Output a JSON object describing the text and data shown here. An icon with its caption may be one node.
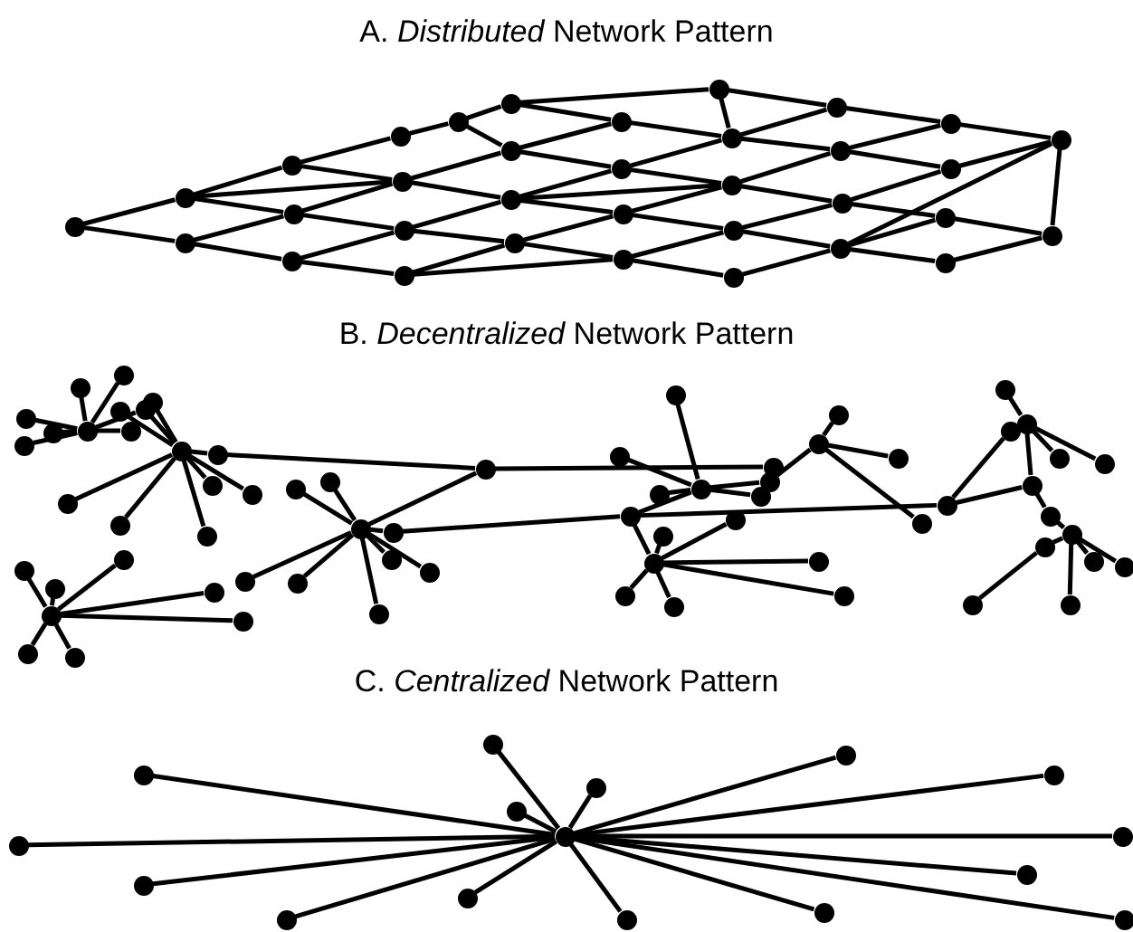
{
  "diagram": {
    "labels": [
      "A. *Distributed* Network Pattern",
      "B.  *Decentralized* Network Pattern",
      "C.  *Centralized* Network Pattern"
    ],
    "nodes": [
      {
        "text": [],
        "shape": "circle"
      },
      {
        "text": [],
        "shape": "circle"
      },
      {
        "text": [],
        "shape": "circle"
      },
      {
        "text": [],
        "shape": "circle"
      },
      {
        "text": [],
        "shape": "circle"
      },
      {
        "text": [],
        "shape": "circle"
      },
      {
        "text": [],
        "shape": "circle"
      },
      {
        "text": [],
        "shape": "circle"
      },
      {
        "text": [],
        "shape": "circle"
      },
      {
        "text": [],
        "shape": "circle"
      },
      {
        "text": [],
        "shape": "circle"
      },
      {
        "text": [],
        "shape": "circle"
      },
      {
        "text": [],
        "shape": "circle"
      },
      {
        "text": [],
        "shape": "circle"
      },
      {
        "text": [],
        "shape": "circle"
      },
      {
        "text": [],
        "shape": "circle"
      },
      {
        "text": [],
        "shape": "circle"
      },
      {
        "text": [],
        "shape": "circle"
      },
      {
        "text": [],
        "shape": "circle"
      },
      {
        "text": [],
        "shape": "circle"
      },
      {
        "text": [],
        "shape": "circle"
      },
      {
        "text": [],
        "shape": "circle"
      },
      {
        "text": [],
        "shape": "circle"
      },
      {
        "text": [],
        "shape": "circle"
      },
      {
        "text": [],
        "shape": "circle"
      },
      {
        "text": [],
        "shape": "circle"
      },
      {
        "text": [],
        "shape": "circle"
      },
      {
        "text": [],
        "shape": "circle"
      },
      {
        "text": [],
        "shape": "circle"
      },
      {
        "text": [],
        "shape": "circle"
      },
      {
        "text": [],
        "shape": "circle"
      },
      {
        "text": [],
        "shape": "circle"
      },
      {
        "text": [],
        "shape": "circle"
      },
      {
        "text": [],
        "shape": "circle"
      },
      {
        "text": [],
        "shape": "circle"
      },
      {
        "text": [],
        "shape": "circle"
      },
      {
        "text": [],
        "shape": "circle"
      },
      {
        "text": [],
        "shape": "circle"
      },
      {
        "text": [],
        "shape": "circle"
      },
      {
        "text": [],
        "shape": "circle"
      },
      {
        "text": [],
        "shape": "circle"
      },
      {
        "text": [],
        "shape": "circle"
      },
      {
        "text": [],
        "shape": "circle"
      },
      {
        "text": [],
        "shape": "circle"
      },
      {
        "text": [],
        "shape": "circle"
      },
      {
        "text": [],
        "shape": "circle"
      },
      {
        "text": [],
        "shape": "circle"
      },
      {
        "text": [],
        "shape": "circle"
      },
      {
        "text": [],
        "shape": "circle"
      },
      {
        "text": [],
        "shape": "circle"
      },
      {
        "text": [],
        "shape": "circle"
      },
      {
        "text": [],
        "shape": "circle"
      },
      {
        "text": [],
        "shape": "circle"
      },
      {
        "text": [],
        "shape": "circle"
      },
      {
        "text": [],
        "shape": "circle"
      },
      {
        "text": [],
        "shape": "circle"
      },
      {
        "text": [],
        "shape": "circle"
      },
      {
        "text": [],
        "shape": "circle"
      },
      {
        "text": [],
        "shape": "circle"
      },
      {
        "text": [],
        "shape": "circle"
      },
      {
        "text": [],
        "shape": "circle"
      },
      {
        "text": [],
        "shape": "circle"
      },
      {
        "text": [],
        "shape": "circle"
      },
      {
        "text": [],
        "shape": "circle"
      },
      {
        "text": [],
        "shape": "circle"
      },
      {
        "text": [],
        "shape": "circle"
      },
      {
        "text": [],
        "shape": "circle"
      },
      {
        "text": [],
        "shape": "circle"
      },
      {
        "text": [],
        "shape": "circle"
      },
      {
        "text": [],
        "shape": "circle"
      },
      {
        "text": [],
        "shape": "circle"
      },
      {
        "text": [],
        "shape": "circle"
      },
      {
        "text": [],
        "shape": "circle"
      },
      {
        "text": [],
        "shape": "circle"
      },
      {
        "text": [],
        "shape": "circle"
      },
      {
        "text": [],
        "shape": "circle"
      },
      {
        "text": [],
        "shape": "circle"
      },
      {
        "text": [],
        "shape": "circle"
      },
      {
        "text": [],
        "shape": "circle"
      },
      {
        "text": [],
        "shape": "circle"
      },
      {
        "text": [],
        "shape": "circle"
      },
      {
        "text": [],
        "shape": "circle"
      },
      {
        "text": [],
        "shape": "circle"
      },
      {
        "text": [],
        "shape": "circle"
      },
      {
        "text": [],
        "shape": "circle"
      },
      {
        "text": [],
        "shape": "circle"
      },
      {
        "text": [],
        "shape": "circle"
      },
      {
        "text": [],
        "shape": "circle"
      },
      {
        "text": [],
        "shape": "circle"
      },
      {
        "text": [],
        "shape": "circle"
      },
      {
        "text": [],
        "shape": "circle"
      },
      {
        "text": [],
        "shape": "circle"
      },
      {
        "text": [],
        "shape": "circle"
      },
      {
        "text": [],
        "shape": "circle"
      },
      {
        "text": [],
        "shape": "circle"
      },
      {
        "text": [],
        "shape": "circle"
      },
      {
        "text": [],
        "shape": "circle"
      },
      {
        "text": [],
        "shape": "circle"
      },
      {
        "text": [],
        "shape": "circle"
      },
      {
        "text": [],
        "shape": "circle"
      },
      {
        "text": [],
        "shape": "circle"
      },
      {
        "text": [],
        "shape": "circle"
      },
      {
        "text": [],
        "shape": "circle"
      },
      {
        "text": [],
        "shape": "circle"
      },
      {
        "text": [],
        "shape": "circle"
      },
      {
        "text": [],
        "shape": "circle"
      },
      {
        "text": [],
        "shape": "circle"
      },
      {
        "text": [],
        "shape": "circle"
      },
      {
        "text": [],
        "shape": "circle"
      },
      {
        "text": [],
        "shape": "circle"
      },
      {
        "text": [],
        "shape": "circle"
      },
      {
        "text": [],
        "shape": "circle"
      },
      {
        "text": [],
        "shape": "circle"
      },
      {
        "text": [],
        "shape": "circle"
      },
      {
        "text": [],
        "shape": "circle"
      },
      {
        "text": [],
        "shape": "circle"
      },
      {
        "text": [],
        "shape": "circle"
      },
      {
        "text": [],
        "shape": "circle"
      }
    ],
    "edges": [
      {
        "from": 0,
        "to": 1,
        "arrow": "none"
      },
      {
        "from": 1,
        "to": 3,
        "arrow": "none"
      },
      {
        "from": 3,
        "to": 6,
        "arrow": "none"
      },
      {
        "from": 6,
        "to": 10,
        "arrow": "none"
      },
      {
        "from": 10,
        "to": 11,
        "arrow": "none"
      },
      {
        "from": 2,
        "to": 4,
        "arrow": "none"
      },
      {
        "from": 4,
        "to": 7,
        "arrow": "none"
      },
      {
        "from": 7,
        "to": 12,
        "arrow": "none"
      },
      {
        "from": 12,
        "to": 15,
        "arrow": "none"
      },
      {
        "from": 5,
        "to": 8,
        "arrow": "none"
      },
      {
        "from": 8,
        "to": 13,
        "arrow": "none"
      },
      {
        "from": 13,
        "to": 16,
        "arrow": "none"
      },
      {
        "from": 16,
        "to": 20,
        "arrow": "none"
      },
      {
        "from": 20,
        "to": 24,
        "arrow": "none"
      },
      {
        "from": 9,
        "to": 14,
        "arrow": "none"
      },
      {
        "from": 14,
        "to": 17,
        "arrow": "none"
      },
      {
        "from": 17,
        "to": 21,
        "arrow": "none"
      },
      {
        "from": 21,
        "to": 25,
        "arrow": "none"
      },
      {
        "from": 25,
        "to": 28,
        "arrow": "none"
      },
      {
        "from": 18,
        "to": 22,
        "arrow": "none"
      },
      {
        "from": 22,
        "to": 26,
        "arrow": "none"
      },
      {
        "from": 26,
        "to": 29,
        "arrow": "none"
      },
      {
        "from": 29,
        "to": 32,
        "arrow": "none"
      },
      {
        "from": 23,
        "to": 27,
        "arrow": "none"
      },
      {
        "from": 27,
        "to": 30,
        "arrow": "none"
      },
      {
        "from": 31,
        "to": 33,
        "arrow": "none"
      },
      {
        "from": 27,
        "to": 32,
        "arrow": "none"
      },
      {
        "from": 0,
        "to": 2,
        "arrow": "none"
      },
      {
        "from": 2,
        "to": 5,
        "arrow": "none"
      },
      {
        "from": 5,
        "to": 9,
        "arrow": "none"
      },
      {
        "from": 1,
        "to": 4,
        "arrow": "none"
      },
      {
        "from": 4,
        "to": 8,
        "arrow": "none"
      },
      {
        "from": 8,
        "to": 14,
        "arrow": "none"
      },
      {
        "from": 14,
        "to": 18,
        "arrow": "none"
      },
      {
        "from": 18,
        "to": 23,
        "arrow": "none"
      },
      {
        "from": 3,
        "to": 7,
        "arrow": "none"
      },
      {
        "from": 7,
        "to": 13,
        "arrow": "none"
      },
      {
        "from": 13,
        "to": 17,
        "arrow": "none"
      },
      {
        "from": 17,
        "to": 22,
        "arrow": "none"
      },
      {
        "from": 22,
        "to": 27,
        "arrow": "none"
      },
      {
        "from": 27,
        "to": 31,
        "arrow": "none"
      },
      {
        "from": 10,
        "to": 12,
        "arrow": "none"
      },
      {
        "from": 12,
        "to": 16,
        "arrow": "none"
      },
      {
        "from": 16,
        "to": 21,
        "arrow": "none"
      },
      {
        "from": 21,
        "to": 26,
        "arrow": "none"
      },
      {
        "from": 26,
        "to": 30,
        "arrow": "none"
      },
      {
        "from": 30,
        "to": 33,
        "arrow": "none"
      },
      {
        "from": 11,
        "to": 15,
        "arrow": "none"
      },
      {
        "from": 15,
        "to": 20,
        "arrow": "none"
      },
      {
        "from": 20,
        "to": 25,
        "arrow": "none"
      },
      {
        "from": 25,
        "to": 29,
        "arrow": "none"
      },
      {
        "from": 11,
        "to": 19,
        "arrow": "none"
      },
      {
        "from": 19,
        "to": 24,
        "arrow": "none"
      },
      {
        "from": 24,
        "to": 28,
        "arrow": "none"
      },
      {
        "from": 28,
        "to": 32,
        "arrow": "none"
      },
      {
        "from": 19,
        "to": 20,
        "arrow": "none"
      },
      {
        "from": 32,
        "to": 33,
        "arrow": "none"
      },
      {
        "from": 1,
        "to": 7,
        "arrow": "none"
      },
      {
        "from": 13,
        "to": 21,
        "arrow": "none"
      },
      {
        "from": 9,
        "to": 18,
        "arrow": "none"
      },
      {
        "from": 34,
        "to": 35,
        "arrow": "none"
      },
      {
        "from": 34,
        "to": 36,
        "arrow": "none"
      },
      {
        "from": 34,
        "to": 37,
        "arrow": "none"
      },
      {
        "from": 34,
        "to": 38,
        "arrow": "none"
      },
      {
        "from": 34,
        "to": 39,
        "arrow": "none"
      },
      {
        "from": 34,
        "to": 41,
        "arrow": "none"
      },
      {
        "from": 34,
        "to": 42,
        "arrow": "none"
      },
      {
        "from": 40,
        "to": 44,
        "arrow": "none"
      },
      {
        "from": 43,
        "to": 44,
        "arrow": "none"
      },
      {
        "from": 42,
        "to": 44,
        "arrow": "none"
      },
      {
        "from": 44,
        "to": 45,
        "arrow": "none"
      },
      {
        "from": 44,
        "to": 46,
        "arrow": "none"
      },
      {
        "from": 44,
        "to": 47,
        "arrow": "none"
      },
      {
        "from": 44,
        "to": 48,
        "arrow": "none"
      },
      {
        "from": 44,
        "to": 49,
        "arrow": "none"
      },
      {
        "from": 44,
        "to": 50,
        "arrow": "none"
      },
      {
        "from": 45,
        "to": 51,
        "arrow": "none"
      },
      {
        "from": 51,
        "to": 52,
        "arrow": "none"
      },
      {
        "from": 51,
        "to": 75,
        "arrow": "none"
      },
      {
        "from": 52,
        "to": 54,
        "arrow": "none"
      },
      {
        "from": 52,
        "to": 55,
        "arrow": "none"
      },
      {
        "from": 52,
        "to": 56,
        "arrow": "none"
      },
      {
        "from": 52,
        "to": 57,
        "arrow": "none"
      },
      {
        "from": 52,
        "to": 58,
        "arrow": "none"
      },
      {
        "from": 52,
        "to": 59,
        "arrow": "none"
      },
      {
        "from": 52,
        "to": 60,
        "arrow": "none"
      },
      {
        "from": 52,
        "to": 53,
        "arrow": "none"
      },
      {
        "from": 53,
        "to": 81,
        "arrow": "none"
      },
      {
        "from": 61,
        "to": 62,
        "arrow": "none"
      },
      {
        "from": 61,
        "to": 63,
        "arrow": "none"
      },
      {
        "from": 61,
        "to": 64,
        "arrow": "none"
      },
      {
        "from": 61,
        "to": 65,
        "arrow": "none"
      },
      {
        "from": 61,
        "to": 66,
        "arrow": "none"
      },
      {
        "from": 61,
        "to": 67,
        "arrow": "none"
      },
      {
        "from": 61,
        "to": 68,
        "arrow": "none"
      },
      {
        "from": 72,
        "to": 69,
        "arrow": "none"
      },
      {
        "from": 72,
        "to": 70,
        "arrow": "none"
      },
      {
        "from": 72,
        "to": 71,
        "arrow": "none"
      },
      {
        "from": 72,
        "to": 73,
        "arrow": "none"
      },
      {
        "from": 72,
        "to": 74,
        "arrow": "none"
      },
      {
        "from": 72,
        "to": 81,
        "arrow": "none"
      },
      {
        "from": 74,
        "to": 76,
        "arrow": "none"
      },
      {
        "from": 76,
        "to": 77,
        "arrow": "none"
      },
      {
        "from": 76,
        "to": 78,
        "arrow": "none"
      },
      {
        "from": 76,
        "to": 79,
        "arrow": "none"
      },
      {
        "from": 81,
        "to": 83,
        "arrow": "none"
      },
      {
        "from": 83,
        "to": 82,
        "arrow": "none"
      },
      {
        "from": 83,
        "to": 80,
        "arrow": "none"
      },
      {
        "from": 83,
        "to": 84,
        "arrow": "none"
      },
      {
        "from": 83,
        "to": 85,
        "arrow": "none"
      },
      {
        "from": 83,
        "to": 86,
        "arrow": "none"
      },
      {
        "from": 83,
        "to": 87,
        "arrow": "none"
      },
      {
        "from": 81,
        "to": 93,
        "arrow": "none"
      },
      {
        "from": 93,
        "to": 90,
        "arrow": "none"
      },
      {
        "from": 93,
        "to": 94,
        "arrow": "none"
      },
      {
        "from": 94,
        "to": 89,
        "arrow": "none"
      },
      {
        "from": 89,
        "to": 88,
        "arrow": "none"
      },
      {
        "from": 89,
        "to": 91,
        "arrow": "none"
      },
      {
        "from": 89,
        "to": 92,
        "arrow": "none"
      },
      {
        "from": 94,
        "to": 95,
        "arrow": "none"
      },
      {
        "from": 95,
        "to": 96,
        "arrow": "none"
      },
      {
        "from": 96,
        "to": 97,
        "arrow": "none"
      },
      {
        "from": 96,
        "to": 98,
        "arrow": "none"
      },
      {
        "from": 96,
        "to": 99,
        "arrow": "none"
      },
      {
        "from": 97,
        "to": 100,
        "arrow": "none"
      },
      {
        "from": 96,
        "to": 101,
        "arrow": "none"
      },
      {
        "from": 102,
        "to": 103,
        "arrow": "none"
      },
      {
        "from": 102,
        "to": 104,
        "arrow": "none"
      },
      {
        "from": 102,
        "to": 105,
        "arrow": "none"
      },
      {
        "from": 102,
        "to": 106,
        "arrow": "none"
      },
      {
        "from": 102,
        "to": 107,
        "arrow": "none"
      },
      {
        "from": 102,
        "to": 108,
        "arrow": "none"
      },
      {
        "from": 102,
        "to": 109,
        "arrow": "none"
      },
      {
        "from": 102,
        "to": 110,
        "arrow": "none"
      },
      {
        "from": 102,
        "to": 111,
        "arrow": "none"
      },
      {
        "from": 102,
        "to": 112,
        "arrow": "none"
      },
      {
        "from": 102,
        "to": 113,
        "arrow": "none"
      },
      {
        "from": 102,
        "to": 114,
        "arrow": "none"
      },
      {
        "from": 102,
        "to": 115,
        "arrow": "none"
      },
      {
        "from": 102,
        "to": 116,
        "arrow": "none"
      },
      {
        "from": 102,
        "to": 117,
        "arrow": "none"
      }
    ]
  }
}
